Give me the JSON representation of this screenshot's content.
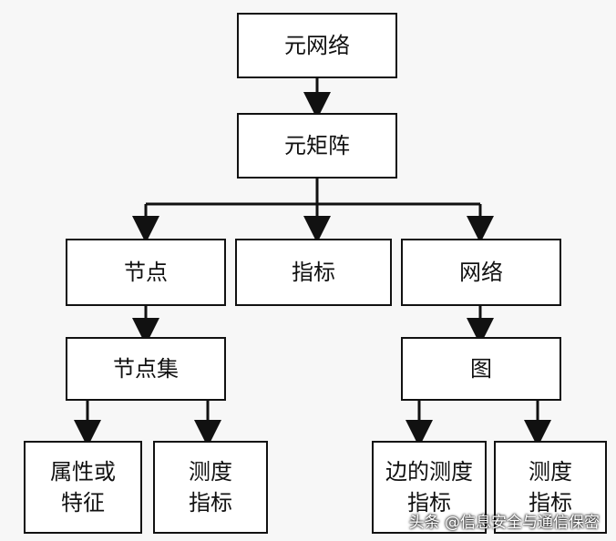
{
  "nodes": {
    "meta_network": "元网络",
    "meta_matrix": "元矩阵",
    "node": "节点",
    "metric": "指标",
    "network": "网络",
    "node_set": "节点集",
    "graph": "图",
    "attr_line1": "属性或",
    "attr_line2": "特征",
    "measure_line1": "测度",
    "measure_line2": "指标",
    "edge_measure_line1": "边的测度",
    "edge_measure_line2": "指标",
    "measure2_line1": "测度",
    "measure2_line2": "指标"
  },
  "watermark": "头条 @信息安全与通信保密"
}
